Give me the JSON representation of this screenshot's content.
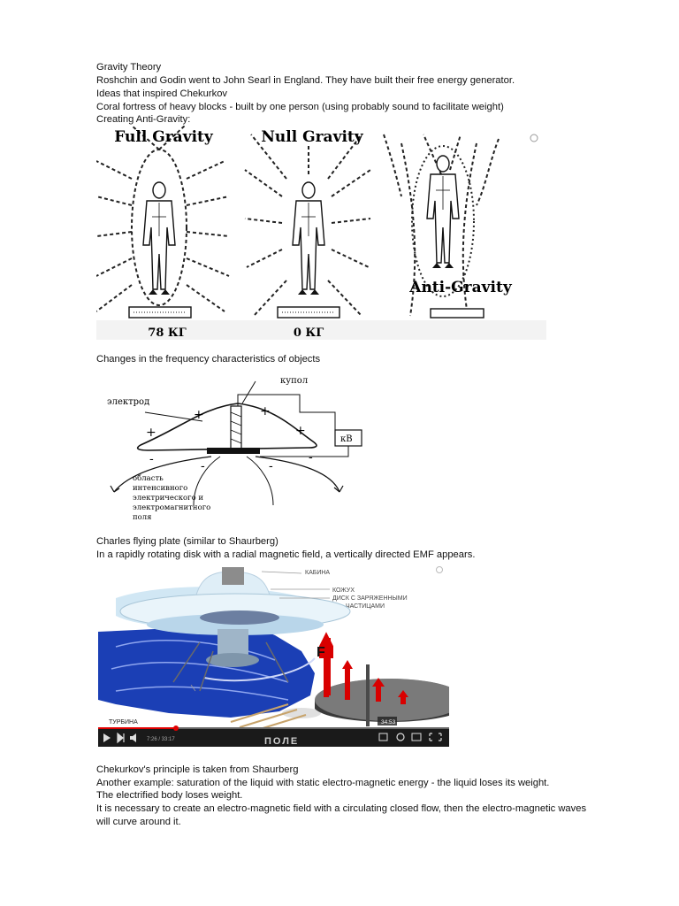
{
  "intro": {
    "title": "Gravity Theory",
    "line1": "Roshchin and Godin went to John Searl in England. They have built their free energy generator.",
    "line2": "Ideas that inspired Chekurkov",
    "line3": "Coral fortress of heavy blocks - built by one person (using probably sound to facilitate weight)",
    "line4": "Creating Anti-Gravity:"
  },
  "figure1": {
    "label_full": "Full Gravity",
    "label_null": "Null Gravity",
    "label_anti": "Anti-Gravity",
    "scale_left": "78 КГ",
    "scale_mid": "0 КГ"
  },
  "section2": {
    "heading": "Changes in the frequency characteristics of objects"
  },
  "figure2": {
    "label_dome": "купол",
    "label_electrode": "электрод",
    "label_kv": "кВ",
    "area_lines": [
      "область",
      "интенсивного",
      "электрического и",
      "электромагнитного",
      "поля"
    ]
  },
  "section3": {
    "line1": "Charles flying plate (similar to Shaurberg)",
    "line2": "In a rapidly rotating disk with a radial magnetic field, a vertically directed EMF appears."
  },
  "figure3": {
    "label_cabin": "КАБИНА",
    "label_casing": "КОЖУХ",
    "label_disk1": "ДИСК С ЗАРЯЖЕННЫМИ",
    "label_disk2": "ЧАСТИЦАМИ",
    "label_f": "F",
    "label_turbine": "ТУРБИНА",
    "label_field": "ПОЛЕ",
    "video_time": "34:53",
    "video_progress": "7:26 / 33:17"
  },
  "section4": {
    "line1": "Chekurkov's principle is taken from Shaurberg",
    "line2": "Another example: saturation of the liquid with static electro-magnetic energy - the liquid loses its weight.",
    "line3": "The electrified body loses weight.",
    "line4": "It is necessary to create an electro-magnetic field with a circulating closed flow, then the electro-magnetic waves",
    "line5": "will curve around it."
  }
}
